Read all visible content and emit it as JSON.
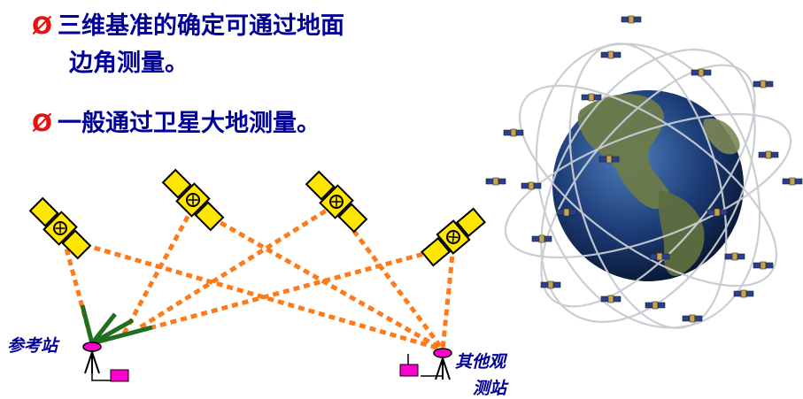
{
  "bullets": {
    "mark": "Ø",
    "item1_line1": "三维基准的确定可通过地面",
    "item1_line2": "边角测量。",
    "item2": "一般通过卫星大地测量。"
  },
  "labels": {
    "reference_station": "参考站",
    "other_station_line1": "其他观",
    "other_station_line2": "测站"
  },
  "colors": {
    "text": "#000099",
    "bullet_mark": "#e81010",
    "signal_line": "#ff7b1a",
    "antenna_line": "#1f6f1f",
    "satellite_body": "#ffe600",
    "receiver": "#ff00cc"
  },
  "icons": {
    "satellite": "satellite-icon",
    "tripod": "tripod-receiver-icon",
    "globe": "earth-globe-icon"
  }
}
